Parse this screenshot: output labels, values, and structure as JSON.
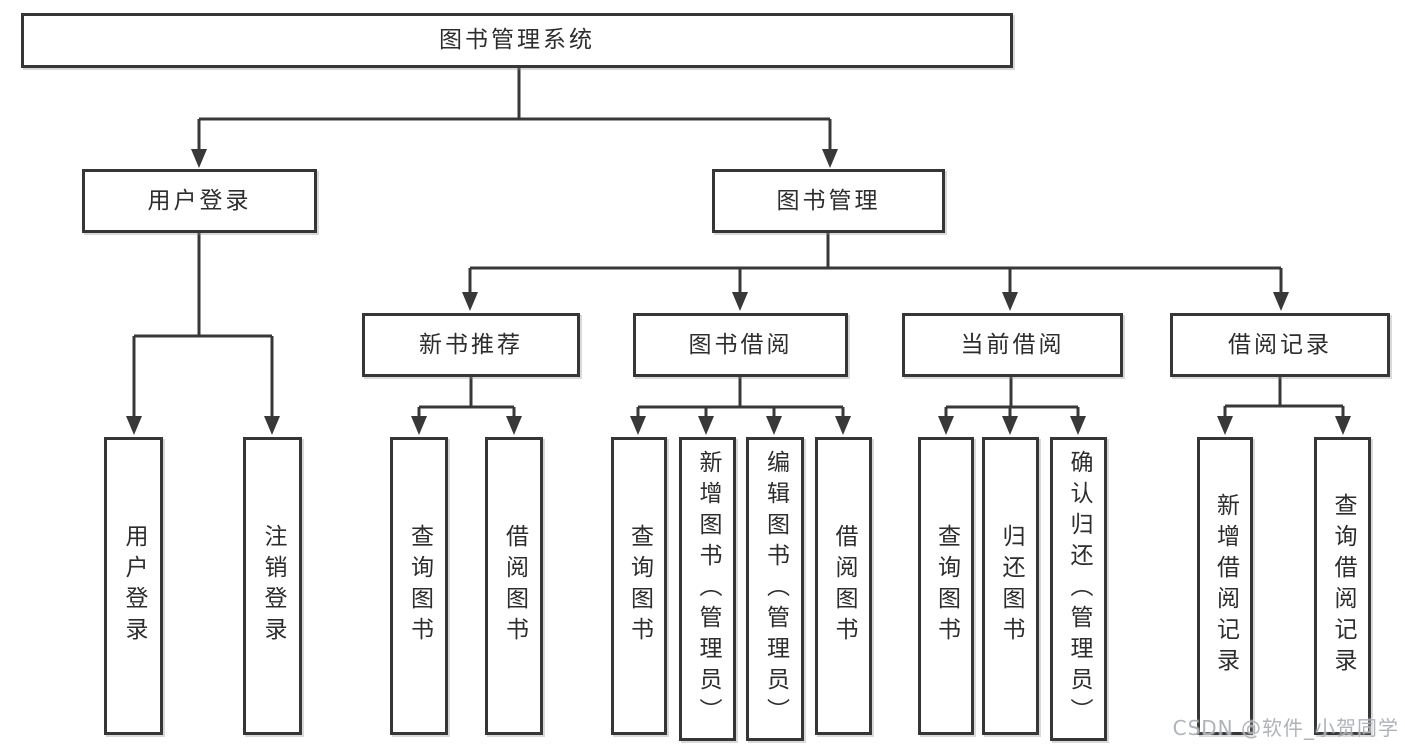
{
  "title": "图书管理系统",
  "watermark": "CSDN @软件_小贺同学",
  "colors": {
    "line": "#383838",
    "box_border": "#363636",
    "box_background": "#ffffff",
    "text": "#2d2d2d",
    "watermark": "#a8adb4"
  },
  "nodes": {
    "root": "图书管理系统",
    "user_login": "用户登录",
    "book_mgmt": "图书管理",
    "new_book_rec": "新书推荐",
    "book_borrow": "图书借阅",
    "current_borrow": "当前借阅",
    "borrow_records": "借阅记录",
    "ul_login": "用户登录",
    "ul_logout": "注销登录",
    "nb_query": "查询图书",
    "nb_borrow": "借阅图书",
    "bb_query": "查询图书",
    "bb_add": "新增图书（管理员）",
    "bb_edit": "编辑图书（管理员）",
    "bb_borrow": "借阅图书",
    "cb_query": "查询图书",
    "cb_return": "归还图书",
    "cb_confirm": "确认归还（管理员）",
    "br_add": "新增借阅记录",
    "br_query": "查询借阅记录"
  }
}
